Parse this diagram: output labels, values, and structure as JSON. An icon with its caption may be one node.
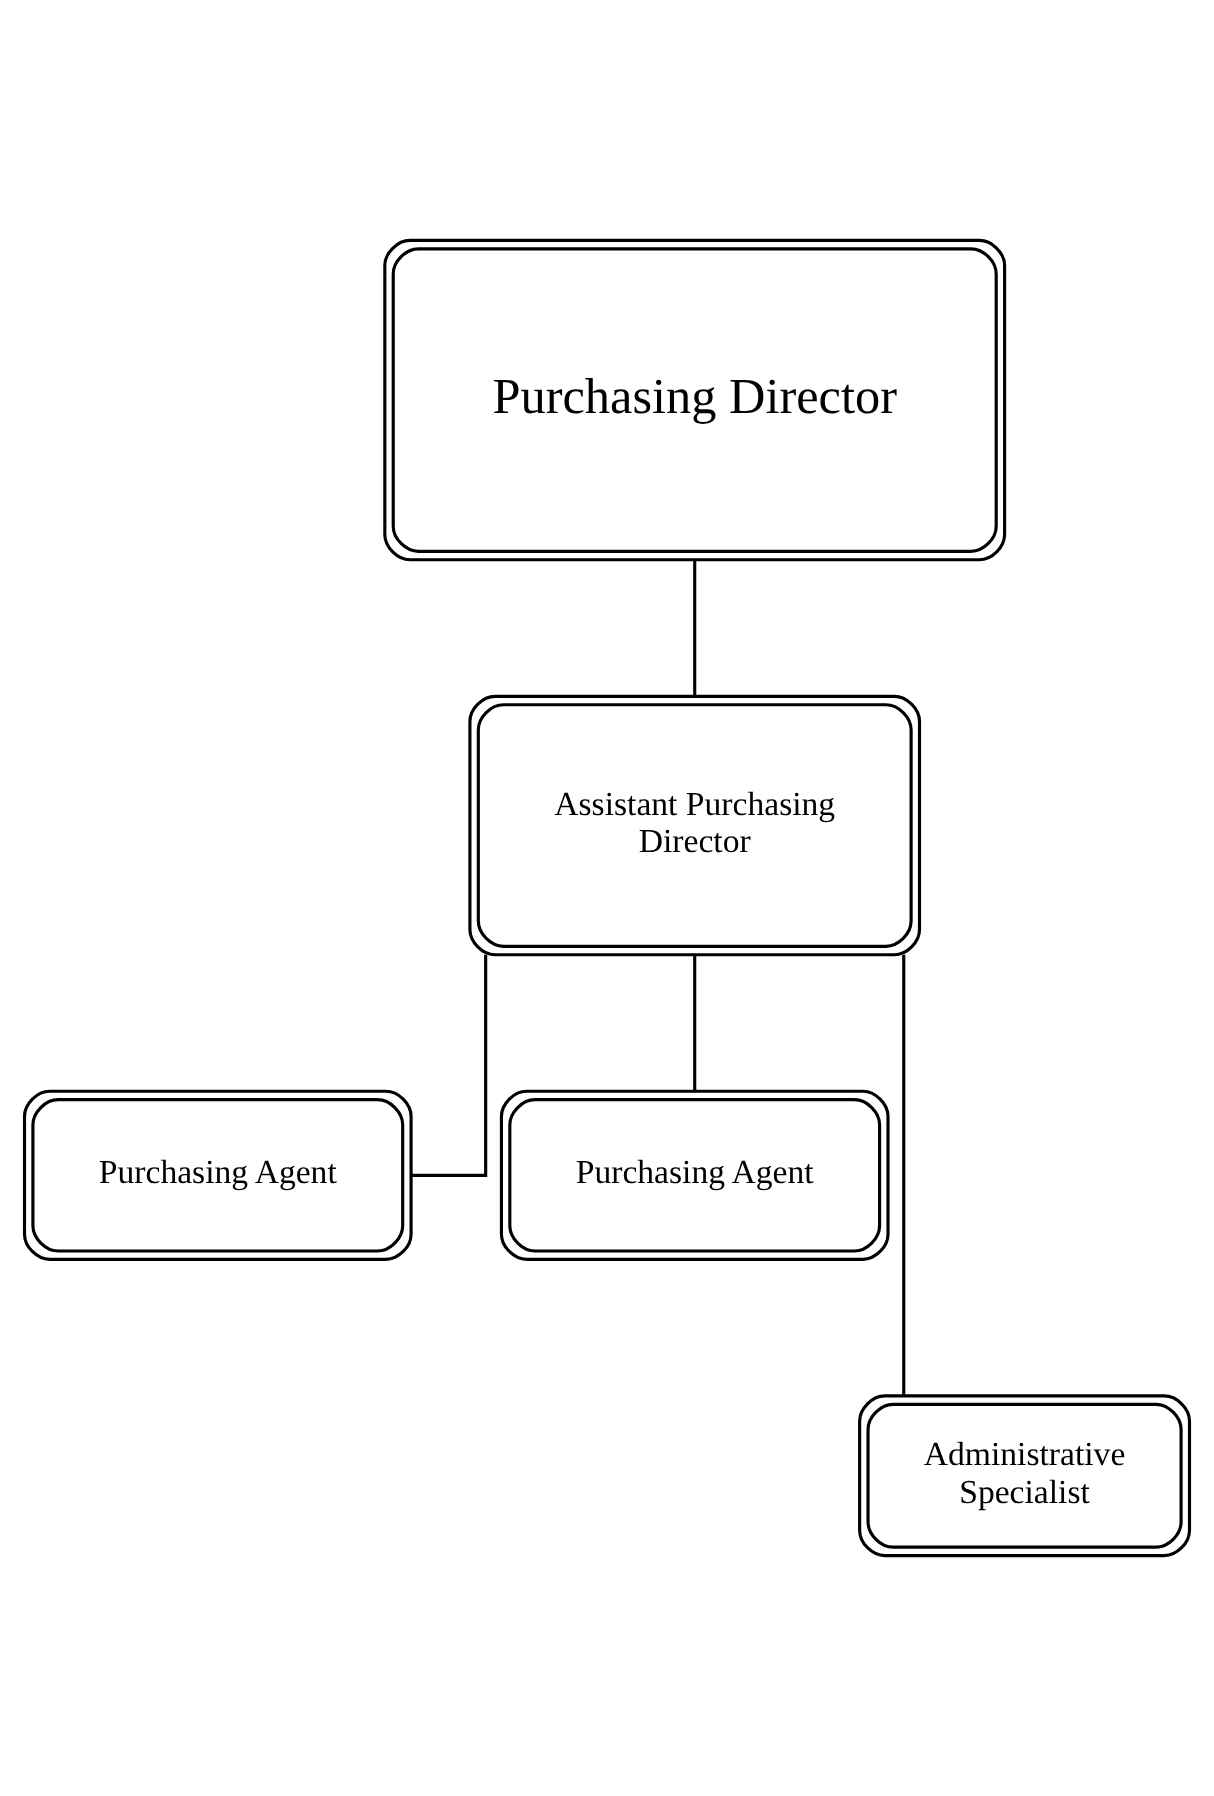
{
  "diagram": {
    "nodes": [
      {
        "text": [
          "Purchasing Director"
        ]
      },
      {
        "text": [
          "Assistant Purchasing Director"
        ]
      },
      {
        "text": [
          "Purchasing Agent"
        ]
      },
      {
        "text": [
          "Purchasing Agent"
        ]
      },
      {
        "text": [
          "Administrative Specialist"
        ]
      }
    ],
    "edges": [
      {
        "from": 0,
        "to": 1,
        "arrow": "none"
      },
      {
        "from": 1,
        "to": 2,
        "arrow": "none"
      },
      {
        "from": 1,
        "to": 4,
        "arrow": "none"
      },
      {
        "from": 1,
        "to": 3,
        "arrow": "none"
      }
    ]
  }
}
